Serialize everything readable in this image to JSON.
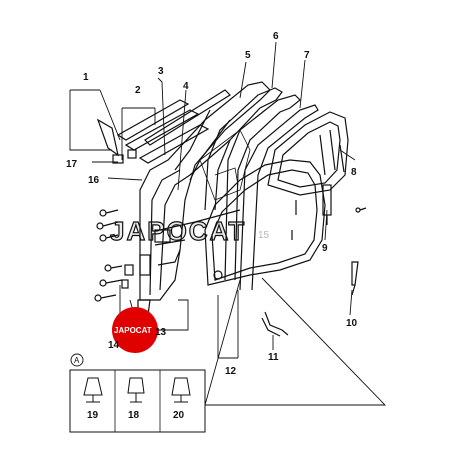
{
  "diagram": {
    "watermark_text": "JAPOCAT",
    "logo_text": "JAPOCAT",
    "inset_marker": "A",
    "callouts": {
      "c1": "1",
      "c2": "2",
      "c3": "3",
      "c4": "4",
      "c5": "5",
      "c6": "6",
      "c7": "7",
      "c8": "8",
      "c9": "9",
      "c10": "10",
      "c11": "11",
      "c12": "12",
      "c13": "13",
      "c14": "14",
      "c15": "15",
      "c16": "16",
      "c17": "17",
      "c18": "18",
      "c19": "19",
      "c20": "20"
    }
  }
}
